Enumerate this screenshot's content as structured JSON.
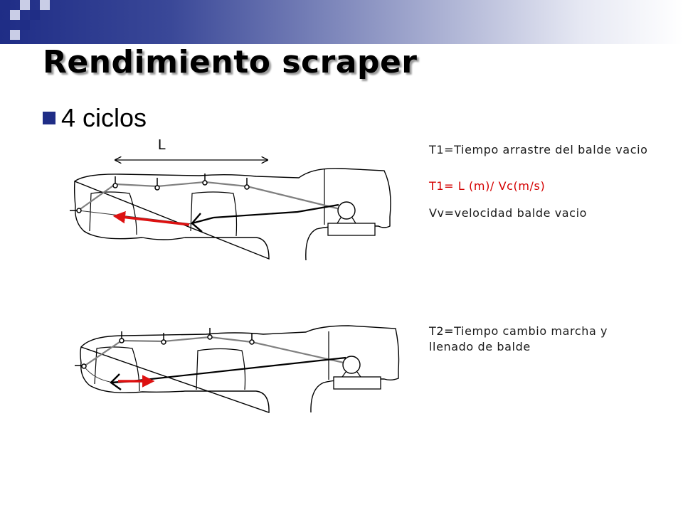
{
  "slide": {
    "title": "Rendimiento scraper",
    "bullet": "4 ciclos"
  },
  "diagram": {
    "length_label": "L"
  },
  "notes": {
    "t1_definition": "T1=Tiempo arrastre del balde vacio",
    "t1_formula": "T1= L (m)/ Vc(m/s)",
    "vv_definition": "Vv=velocidad balde vacio",
    "t2_definition": "T2=Tiempo cambio marcha y llenado de balde"
  },
  "colors": {
    "accent": "#1f2d86",
    "formula_red": "#d40000",
    "arrow_red": "#dd1111"
  }
}
